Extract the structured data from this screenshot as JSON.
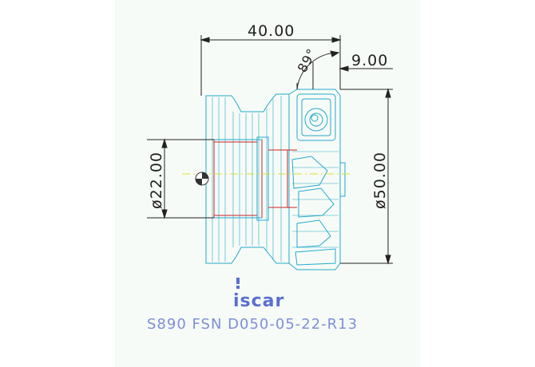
{
  "drawing": {
    "dimensions": {
      "overall_length": "40.00",
      "insert_offset": "9.00",
      "angle": "89°",
      "bore_diameter": "ø22.00",
      "cutting_diameter": "ø50.00"
    },
    "logo_text": "iscar",
    "caption": "S890 FSN D050-05-22-R13",
    "colors": {
      "body_outline": "#22aacc",
      "centerline": "#cc2222",
      "center_axis": "#dddd33",
      "dimension": "#222222",
      "caption": "#7d8fd8",
      "logo": "#5b6fd0"
    }
  }
}
